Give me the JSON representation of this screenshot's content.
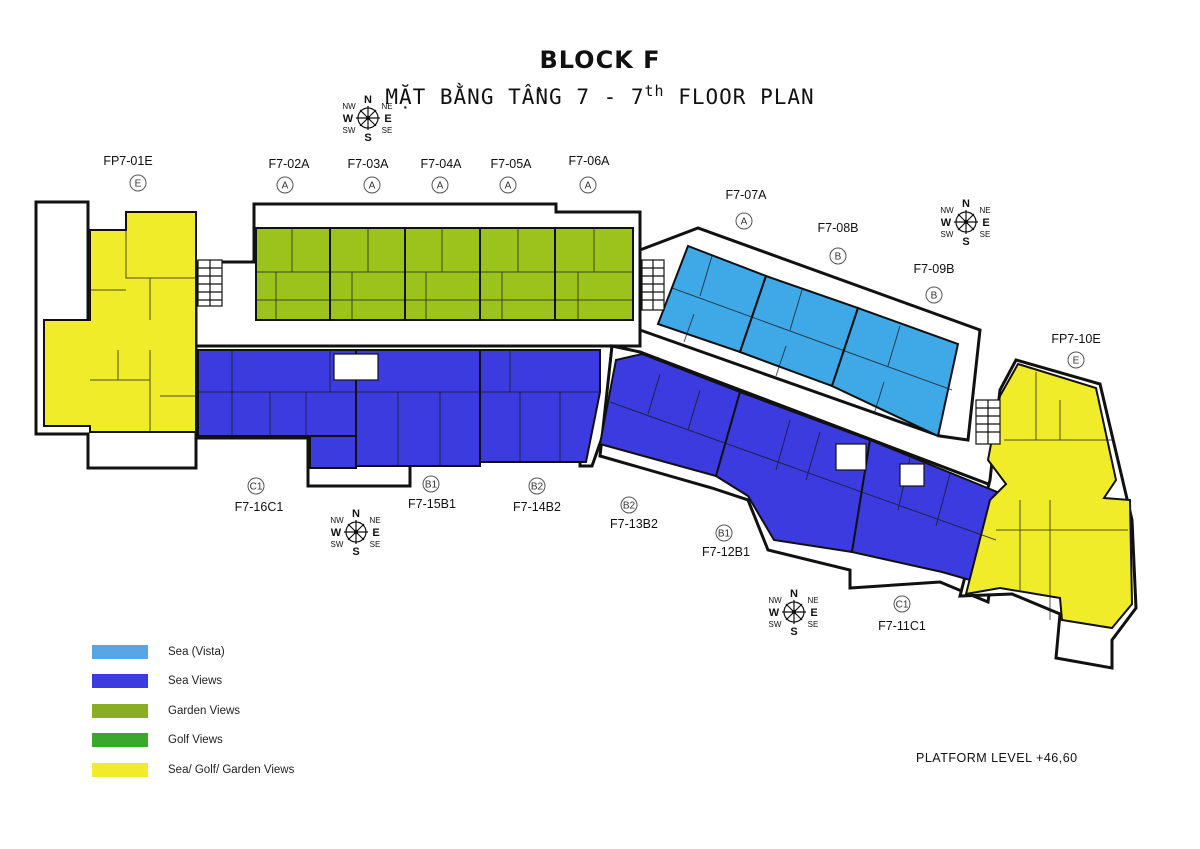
{
  "title": {
    "block": "BLOCK F",
    "floor_prefix": "MẶT BẰNG TẦNG 7 - 7",
    "floor_sup": "th",
    "floor_suffix": " FLOOR PLAN"
  },
  "colors": {
    "sea_vista": "#3fa9e8",
    "sea_views": "#3b3be0",
    "garden_views": "#9cc31c",
    "golf_views": "#3aa82a",
    "mixed_views": "#f1ec2a"
  },
  "legend": [
    {
      "label": "Sea (Vista)",
      "color": "#58a6e6"
    },
    {
      "label": "Sea Views",
      "color": "#3b3be0"
    },
    {
      "label": "Garden Views",
      "color": "#8aae23"
    },
    {
      "label": "Golf Views",
      "color": "#3aa82a"
    },
    {
      "label": "Sea/ Golf/ Garden Views",
      "color": "#f1ec2a"
    }
  ],
  "units": [
    {
      "id": "FP7-01E",
      "type": "E"
    },
    {
      "id": "F7-02A",
      "type": "A"
    },
    {
      "id": "F7-03A",
      "type": "A"
    },
    {
      "id": "F7-04A",
      "type": "A"
    },
    {
      "id": "F7-05A",
      "type": "A"
    },
    {
      "id": "F7-06A",
      "type": "A"
    },
    {
      "id": "F7-07A",
      "type": "A"
    },
    {
      "id": "F7-08B",
      "type": "B"
    },
    {
      "id": "F7-09B",
      "type": "B"
    },
    {
      "id": "FP7-10E",
      "type": "E"
    },
    {
      "id": "F7-11C1",
      "type": "C1"
    },
    {
      "id": "F7-12B1",
      "type": "B1"
    },
    {
      "id": "F7-13B2",
      "type": "B2"
    },
    {
      "id": "F7-14B2",
      "type": "B2"
    },
    {
      "id": "F7-15B1",
      "type": "B1"
    },
    {
      "id": "F7-16C1",
      "type": "C1"
    }
  ],
  "compass": {
    "n": "N",
    "s": "S",
    "e": "E",
    "w": "W",
    "ne": "NE",
    "nw": "NW",
    "se": "SE",
    "sw": "SW"
  },
  "platform_level": "PLATFORM LEVEL +46,60"
}
